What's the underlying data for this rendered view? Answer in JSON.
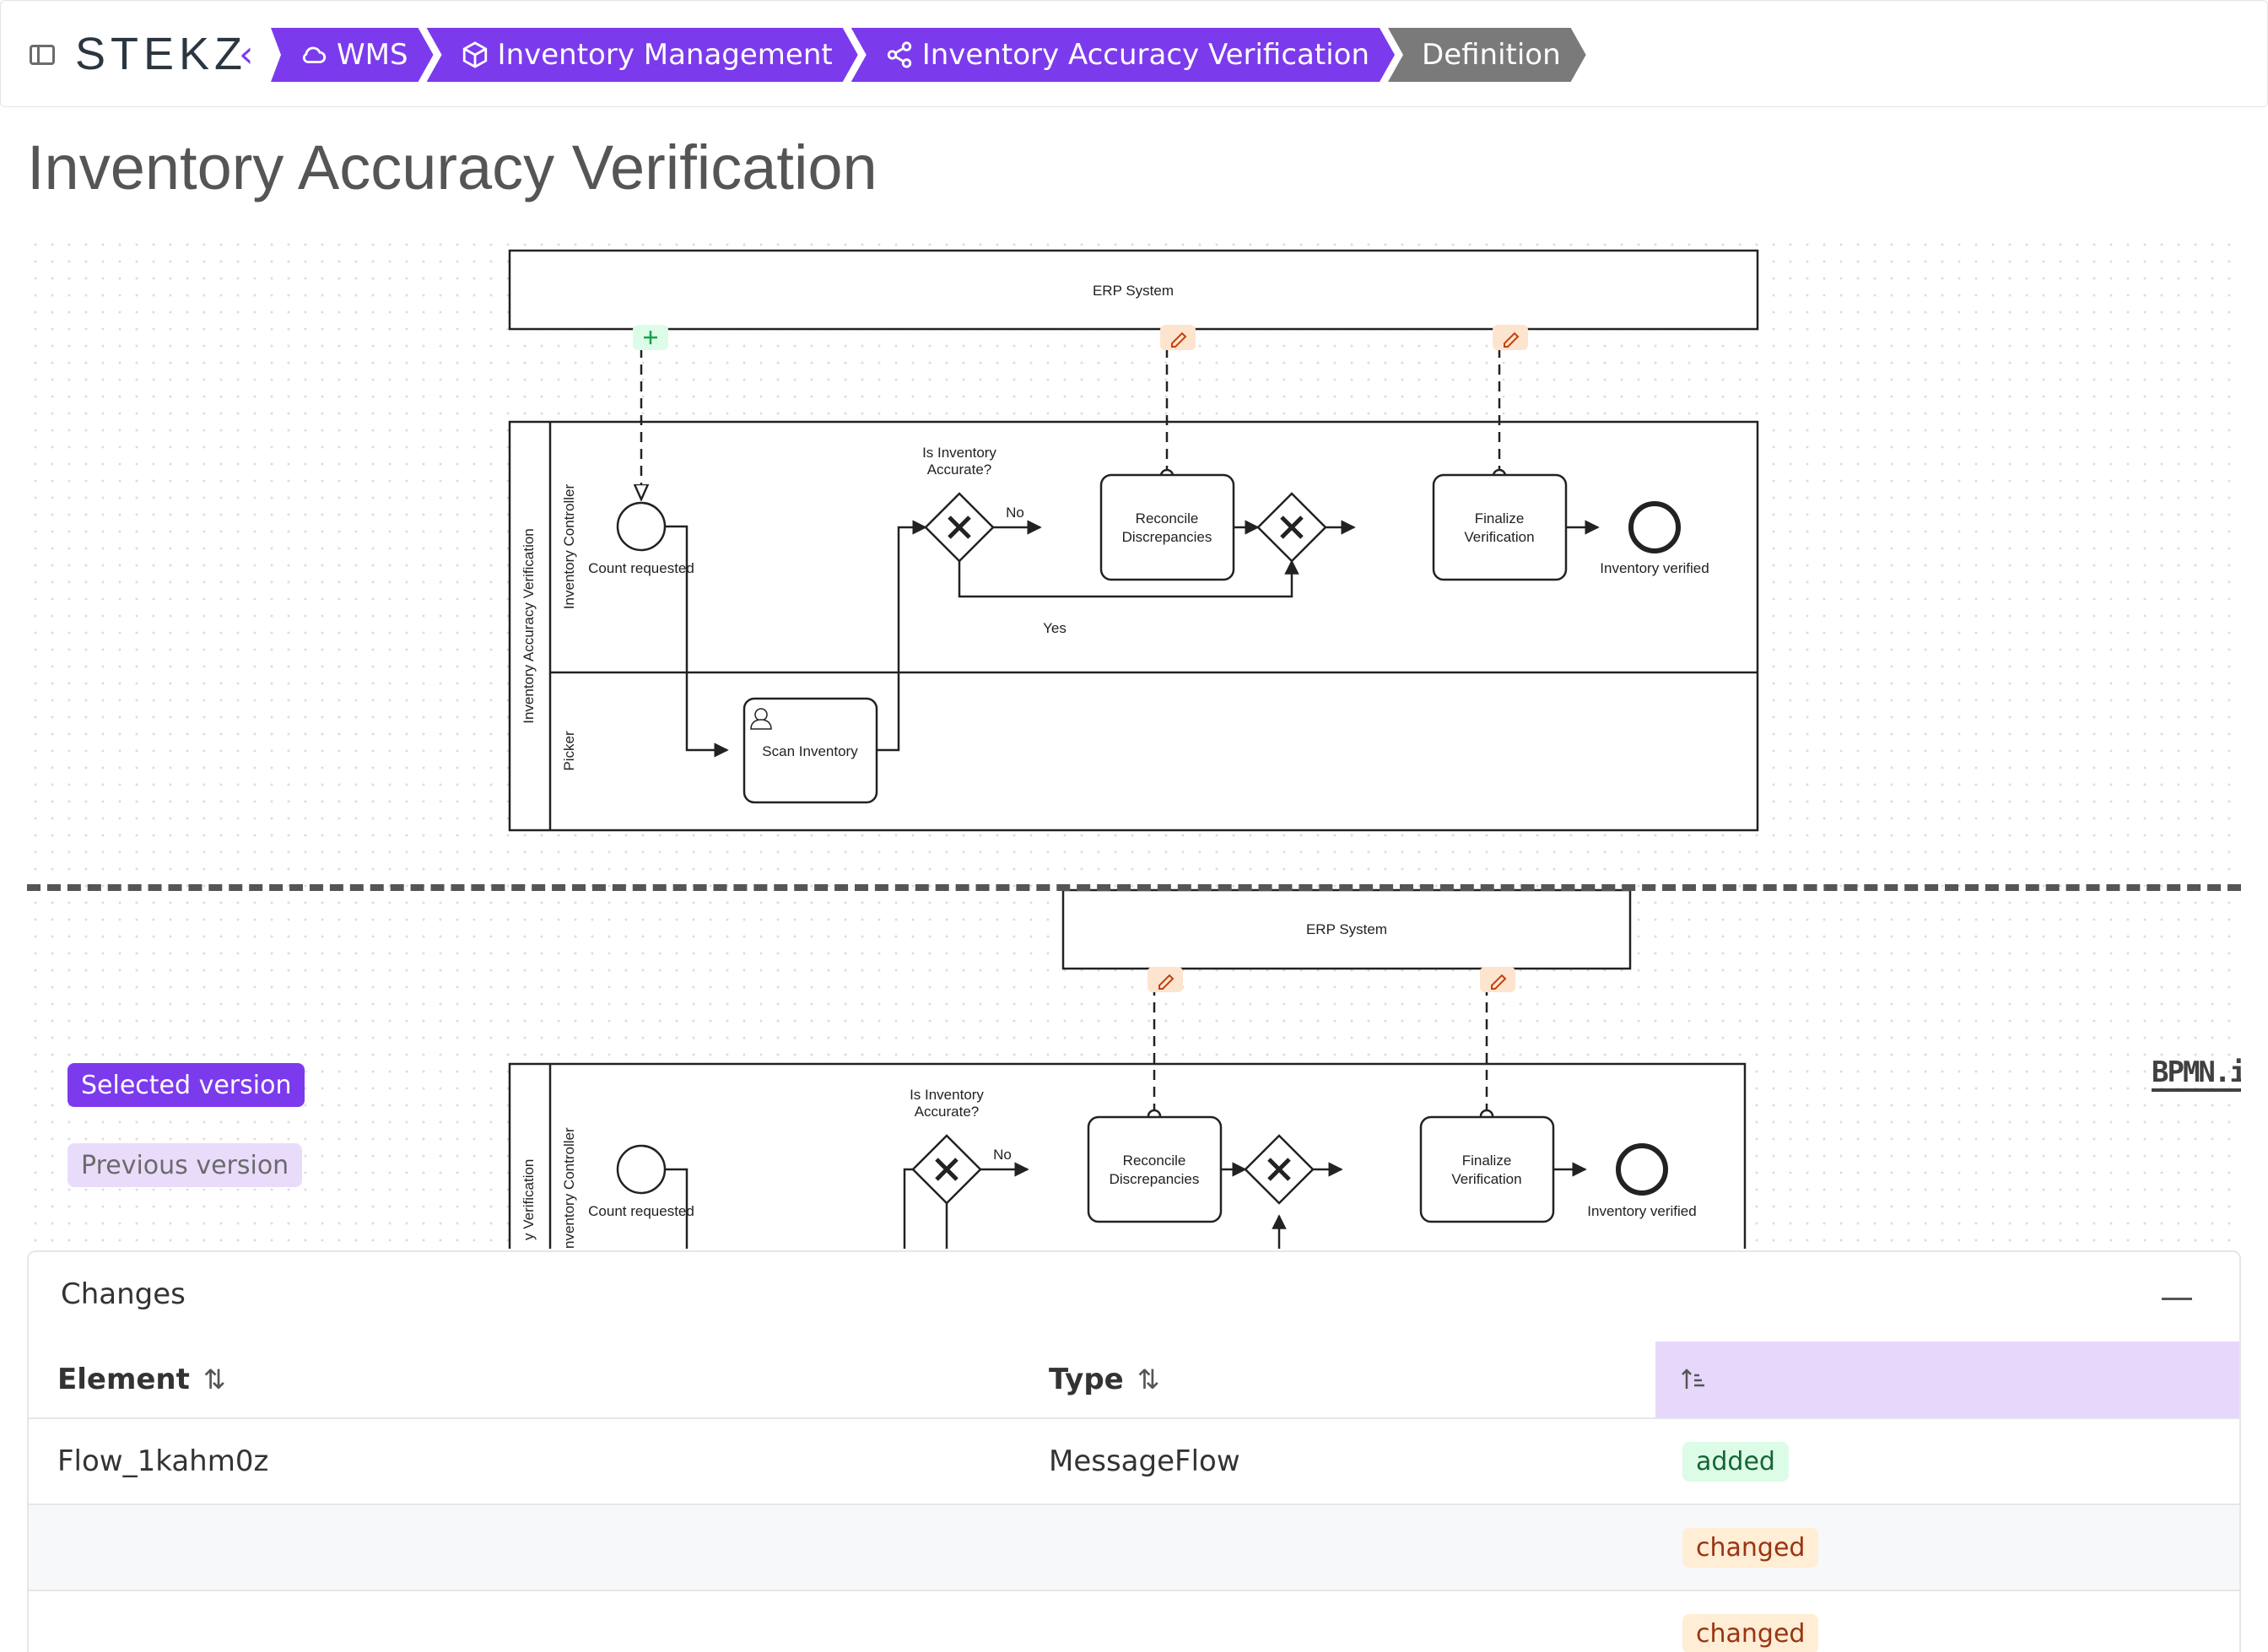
{
  "header": {
    "logo": "STEKZ",
    "breadcrumbs": [
      {
        "label": "WMS",
        "icon": "cloud-icon"
      },
      {
        "label": "Inventory Management",
        "icon": "box-icon"
      },
      {
        "label": "Inventory Accuracy Verification",
        "icon": "share-nodes-icon"
      },
      {
        "label": "Definition",
        "icon": ""
      }
    ]
  },
  "page": {
    "title": "Inventory Accuracy Verification"
  },
  "canvas": {
    "selected_label": "Selected version",
    "previous_label": "Previous version",
    "watermark": "BPMN.iO"
  },
  "diagram": {
    "erp_label": "ERP System",
    "pool_label": "Inventory Accuracy Verification",
    "pool_label_partial": "y Verification",
    "lane_controller": "Inventory Controller",
    "lane_controller_partial": "nventory Controller",
    "lane_picker": "Picker",
    "start_event": "Count requested",
    "gateway_q1": "Is Inventory",
    "gateway_q2": "Accurate?",
    "flow_no": "No",
    "flow_yes": "Yes",
    "task_reconcile_1": "Reconcile",
    "task_reconcile_2": "Discrepancies",
    "task_finalize_1": "Finalize",
    "task_finalize_2": "Verification",
    "task_scan": "Scan Inventory",
    "end_event": "Inventory verified"
  },
  "changes": {
    "title": "Changes",
    "columns": {
      "element": "Element",
      "type": "Type"
    },
    "rows": [
      {
        "element": "Flow_1kahm0z",
        "type": "MessageFlow",
        "status": "added"
      },
      {
        "element": "",
        "type": "",
        "status": "changed"
      },
      {
        "element": "",
        "type": "",
        "status": "changed"
      }
    ]
  },
  "colors": {
    "accent": "#7c3aed",
    "added": "#166534",
    "changed": "#9a3412"
  }
}
